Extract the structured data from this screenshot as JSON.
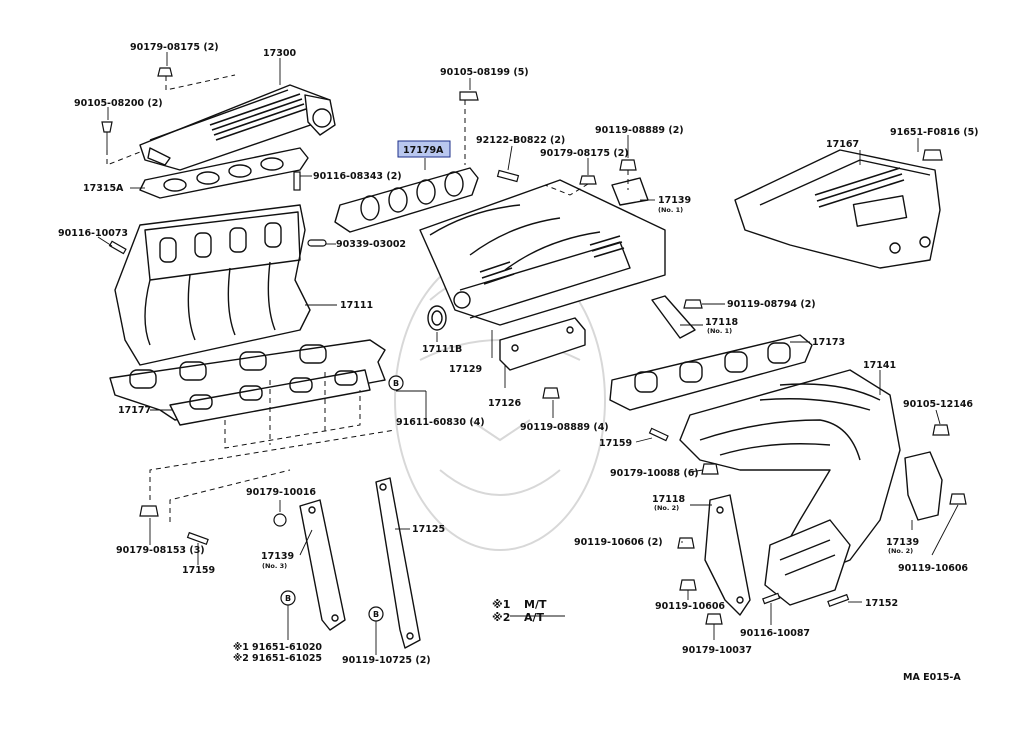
{
  "diagram_code": "MA E015-A",
  "highlighted_part": "17179A",
  "labels": {
    "p90179_08175_a": "90179-08175 (2)",
    "p17300": "17300",
    "p90105_08200": "90105-08200 (2)",
    "p17315A": "17315A",
    "p90116_08343": "90116-08343 (2)",
    "p90116_10073": "90116-10073",
    "p90339_03002": "90339-03002",
    "p17111": "17111",
    "p17177": "17177",
    "p91611_60830": "91611-60830 (4)",
    "p90179_08153": "90179-08153 (3)",
    "p17159_a": "17159",
    "p90179_10016": "90179-10016",
    "p17139_n3": "17139",
    "p17139_n3_note": "(No. 3)",
    "p91651_61020": "91651-61020",
    "p91651_61025": "91651-61025",
    "p17125": "17125",
    "p90119_10725": "90119-10725 (2)",
    "p90105_08199": "90105-08199 (5)",
    "p17179A": "17179A",
    "p92122_B0822": "92122-B0822 (2)",
    "p90179_08175_b": "90179-08175 (2)",
    "p90119_08889_a": "90119-08889 (2)",
    "p17139_n1": "17139",
    "p17139_n1_note": "(No. 1)",
    "p17111B": "17111B",
    "p17129": "17129",
    "p17126": "17126",
    "p90119_08889_b": "90119-08889 (4)",
    "p90119_08794": "90119-08794 (2)",
    "p17118_n1": "17118",
    "p17118_n1_note": "(No. 1)",
    "p17173": "17173",
    "p17167": "17167",
    "p91651_F0816": "91651-F0816 (5)",
    "p17141": "17141",
    "p90105_12146": "90105-12146",
    "p17159_b": "17159",
    "p90179_10088": "90179-10088 (6)",
    "p17118_n2": "17118",
    "p17118_n2_note": "(No. 2)",
    "p90119_10606_a": "90119-10606 (2)",
    "p17139_n2": "17139",
    "p17139_n2_note": "(No. 2)",
    "p90119_10606_b": "90119-10606",
    "p90119_10606_c": "90119-10606",
    "p90116_10087": "90116-10087",
    "p17152": "17152",
    "p90179_10037": "90179-10037"
  },
  "markers": {
    "b": "B",
    "star1": "※1",
    "star2": "※2"
  },
  "legend": {
    "mark1": "※1",
    "text1": "M/T",
    "mark2": "※2",
    "text2": "A/T"
  }
}
